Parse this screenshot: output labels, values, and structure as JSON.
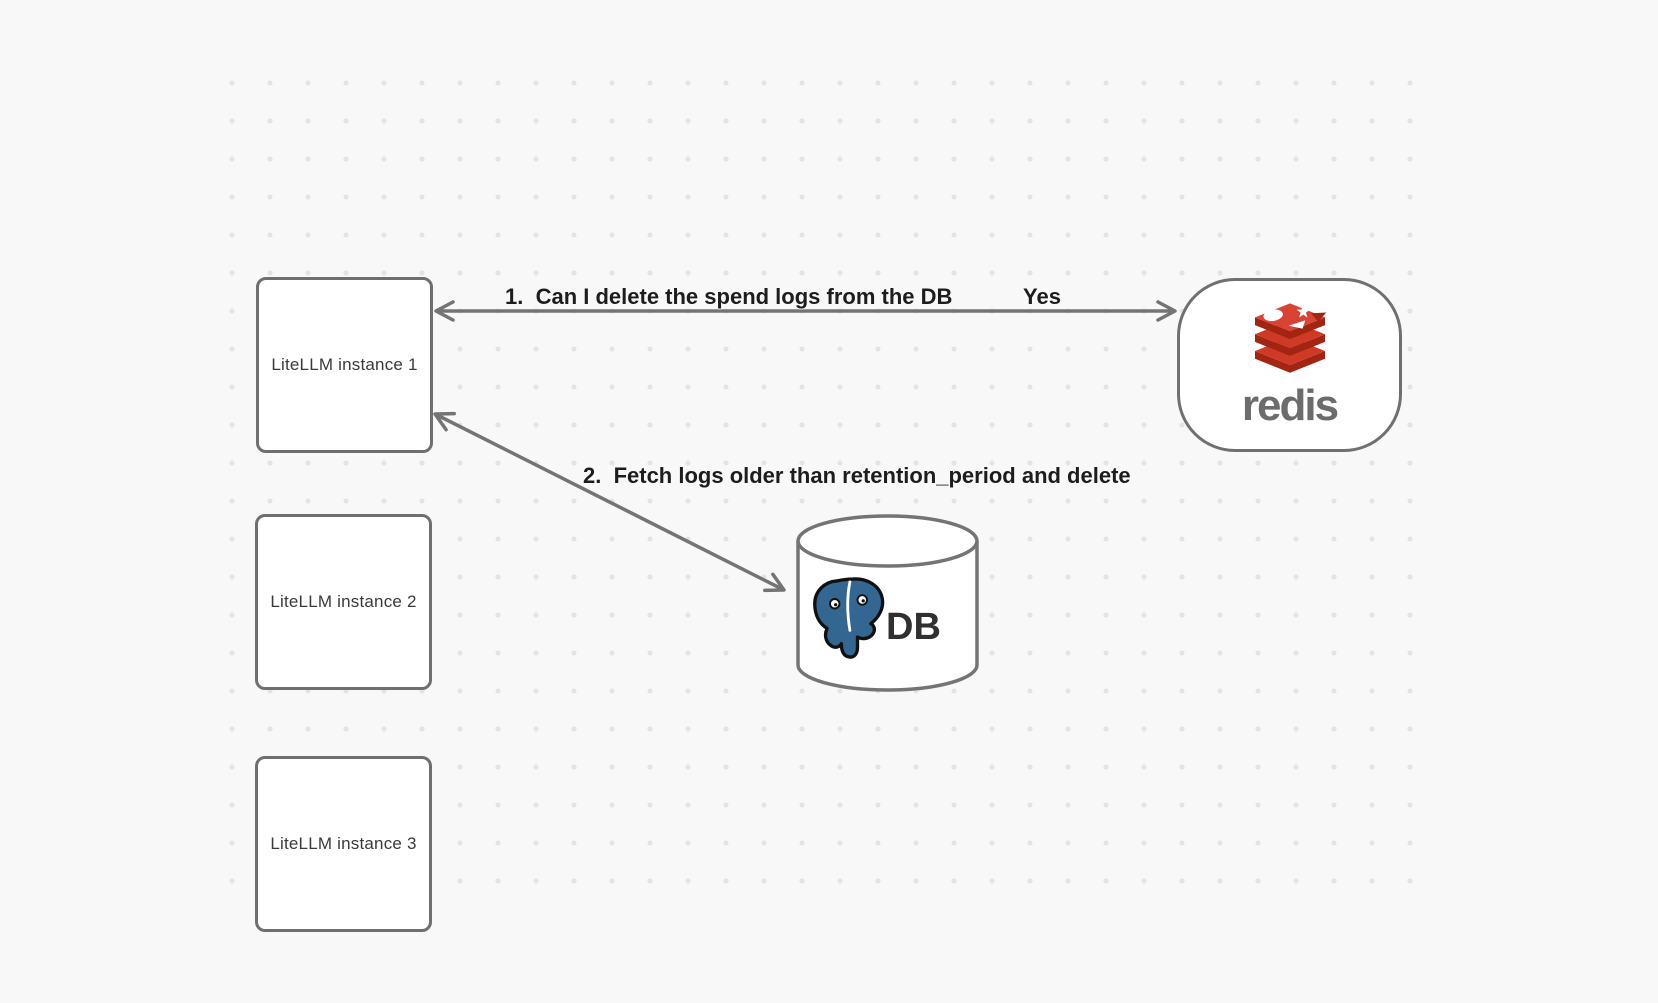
{
  "canvas": {
    "background": "#f8f8f8",
    "dot_color": "#e3e3e3"
  },
  "colors": {
    "stroke_gray": "#747474",
    "label_text": "#1d1d1d",
    "node_text": "#3a3a3a",
    "redis_wordmark": "#6c6c6c",
    "redis_red": "#cf3a27",
    "redis_red_dark": "#a32413",
    "postgres_blue": "#336791",
    "db_text": "#303030"
  },
  "nodes": {
    "instance1": {
      "label": "LiteLLM instance 1"
    },
    "instance2": {
      "label": "LiteLLM instance 2"
    },
    "instance3": {
      "label": "LiteLLM instance 3"
    },
    "redis": {
      "label": "redis",
      "icon": "redis-logo"
    },
    "db": {
      "label": "DB",
      "icon": "postgresql-elephant"
    }
  },
  "arrows": {
    "redis_query": {
      "label": "1.  Can I delete the spend logs from the DB",
      "response": "Yes"
    },
    "db_fetch": {
      "label": "2.  Fetch logs older than retention_period and delete"
    }
  }
}
